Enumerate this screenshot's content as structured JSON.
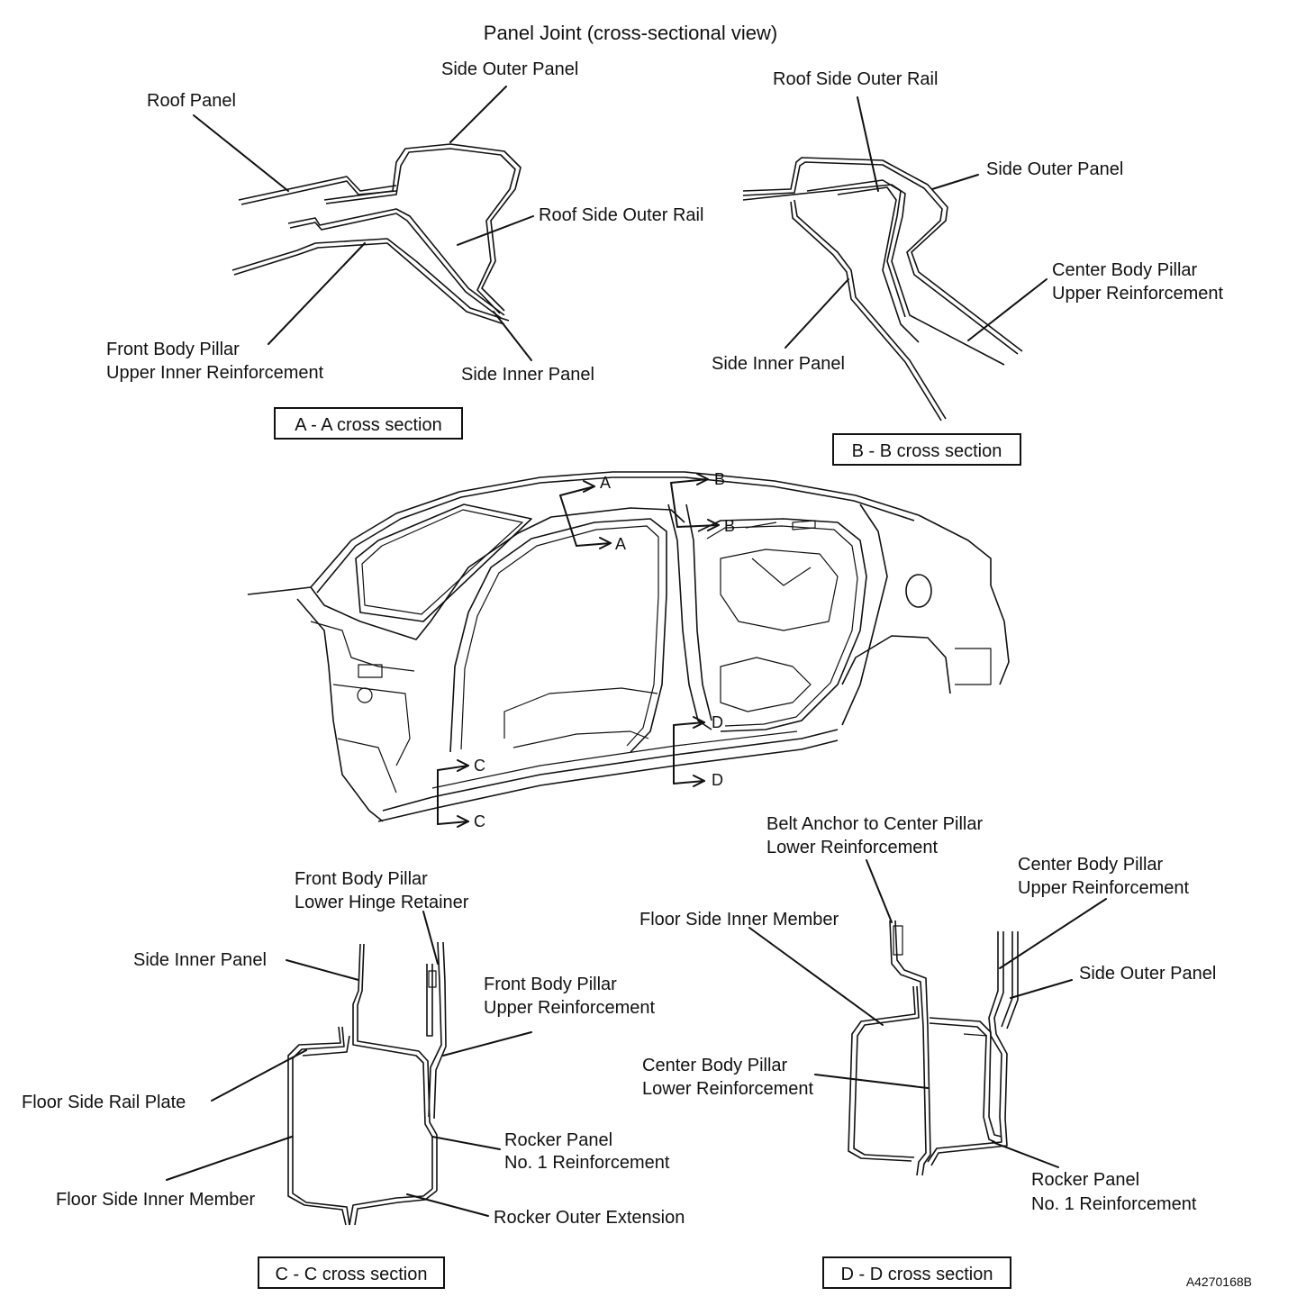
{
  "title": "Panel Joint (cross-sectional view)",
  "figure_code": "A4270168B",
  "section_a": {
    "caption": "A - A cross section",
    "labels": {
      "roof_panel": "Roof Panel",
      "side_outer_panel": "Side Outer Panel",
      "roof_side_outer_rail": "Roof Side Outer Rail",
      "front_pillar_line1": "Front Body Pillar",
      "front_pillar_line2": "Upper Inner Reinforcement",
      "side_inner_panel": "Side Inner Panel"
    }
  },
  "section_b": {
    "caption": "B - B cross section",
    "labels": {
      "roof_side_outer_rail": "Roof Side Outer Rail",
      "side_outer_panel": "Side Outer Panel",
      "center_pillar_line1": "Center Body Pillar",
      "center_pillar_line2": "Upper Reinforcement",
      "side_inner_panel": "Side Inner Panel"
    }
  },
  "section_c": {
    "caption": "C - C cross section",
    "labels": {
      "hinge_line1": "Front Body Pillar",
      "hinge_line2": "Lower Hinge Retainer",
      "side_inner_panel": "Side Inner Panel",
      "front_pillar_line1": "Front Body Pillar",
      "front_pillar_line2": "Upper Reinforcement",
      "floor_side_rail_plate": "Floor Side Rail Plate",
      "rocker_line1": "Rocker Panel",
      "rocker_line2": "No. 1 Reinforcement",
      "floor_side_inner_member": "Floor Side Inner Member",
      "rocker_outer_extension": "Rocker Outer Extension"
    }
  },
  "section_d": {
    "caption": "D - D cross section",
    "labels": {
      "belt_line1": "Belt Anchor to Center Pillar",
      "belt_line2": "Lower Reinforcement",
      "center_upper_line1": "Center Body Pillar",
      "center_upper_line2": "Upper Reinforcement",
      "floor_side_inner_member": "Floor Side Inner Member",
      "side_outer_panel": "Side Outer Panel",
      "center_lower_line1": "Center Body Pillar",
      "center_lower_line2": "Lower Reinforcement",
      "rocker_line1": "Rocker Panel",
      "rocker_line2": "No. 1 Reinforcement"
    }
  },
  "markers": {
    "a": "A",
    "b": "B",
    "c": "C",
    "d": "D"
  }
}
